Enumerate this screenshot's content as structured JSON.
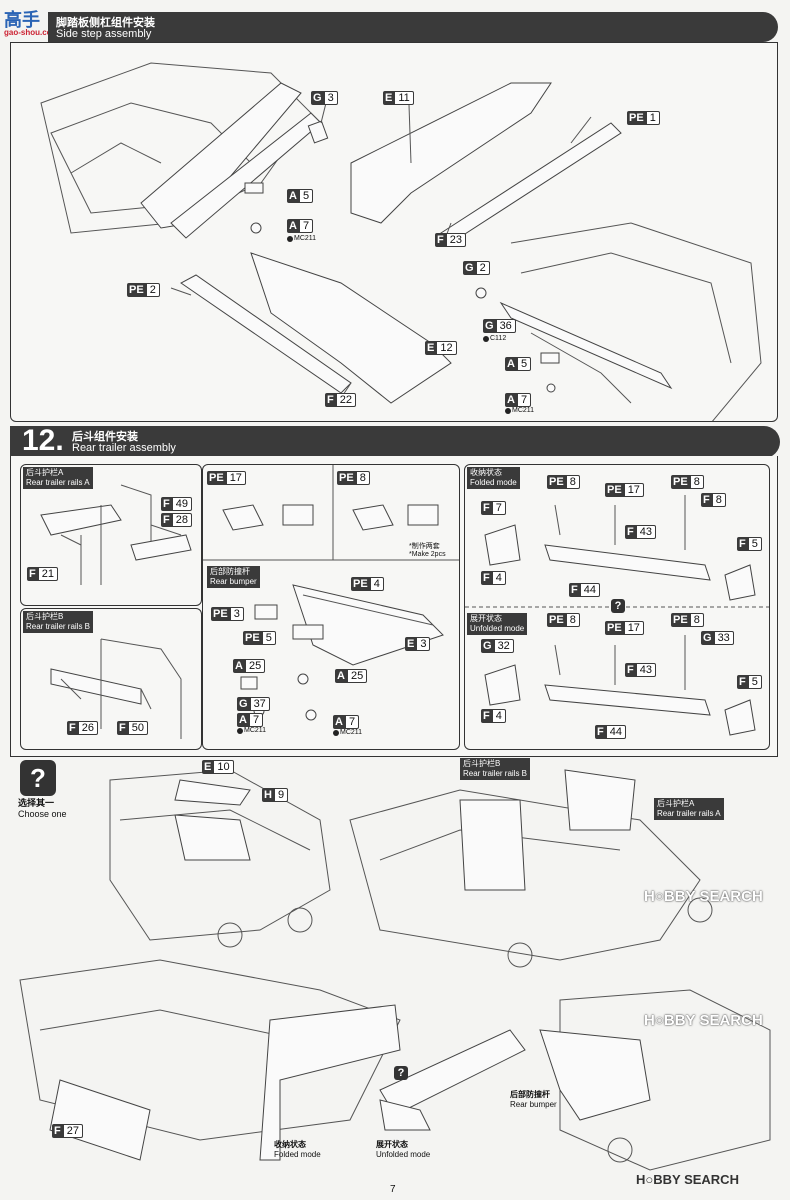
{
  "watermark_top": "gao-shou.com",
  "section_top": {
    "zh": "脚踏板侧杠组件安装",
    "en": "Side step assembly"
  },
  "top_parts": {
    "g3": {
      "l": "G",
      "n": "3"
    },
    "e11": {
      "l": "E",
      "n": "11"
    },
    "pe1": {
      "l": "PE",
      "n": "1"
    },
    "a5": {
      "l": "A",
      "n": "5"
    },
    "a7": {
      "l": "A",
      "n": "7"
    },
    "mc211": "MC211",
    "f23": {
      "l": "F",
      "n": "23"
    },
    "g2": {
      "l": "G",
      "n": "2"
    },
    "g36": {
      "l": "G",
      "n": "36"
    },
    "c112": "C112",
    "a5b": {
      "l": "A",
      "n": "5"
    },
    "a7b": {
      "l": "A",
      "n": "7"
    },
    "mc211b": "MC211",
    "pe2": {
      "l": "PE",
      "n": "2"
    },
    "e12": {
      "l": "E",
      "n": "12"
    },
    "f22": {
      "l": "F",
      "n": "22"
    }
  },
  "step12": {
    "num": "12.",
    "zh": "后斗组件安装",
    "en": "Rear trailer assembly"
  },
  "railA": {
    "zh": "后斗护栏A",
    "en": "Rear trailer rails A",
    "f49": {
      "l": "F",
      "n": "49"
    },
    "f28": {
      "l": "F",
      "n": "28"
    },
    "f21": {
      "l": "F",
      "n": "21"
    }
  },
  "railB": {
    "zh": "后斗护栏B",
    "en": "Rear trailer rails B",
    "f26": {
      "l": "F",
      "n": "26"
    },
    "f50": {
      "l": "F",
      "n": "50"
    }
  },
  "pe17": {
    "l": "PE",
    "n": "17"
  },
  "pe8": {
    "l": "PE",
    "n": "8"
  },
  "make2": {
    "zh": "*制作两套",
    "en": "*Make 2pcs"
  },
  "bumper": {
    "zh": "后部防撞杆",
    "en": "Rear bumper",
    "pe4": {
      "l": "PE",
      "n": "4"
    },
    "pe3": {
      "l": "PE",
      "n": "3"
    },
    "pe5": {
      "l": "PE",
      "n": "5"
    },
    "e3": {
      "l": "E",
      "n": "3"
    },
    "a25": {
      "l": "A",
      "n": "25"
    },
    "a25b": {
      "l": "A",
      "n": "25"
    },
    "g37": {
      "l": "G",
      "n": "37"
    },
    "a7": {
      "l": "A",
      "n": "7"
    },
    "a7b": {
      "l": "A",
      "n": "7"
    },
    "mc": "MC211",
    "mcb": "MC211"
  },
  "folded": {
    "zh": "收纳状态",
    "en": "Folded mode",
    "pe8": {
      "l": "PE",
      "n": "8"
    },
    "pe17": {
      "l": "PE",
      "n": "17"
    },
    "pe8b": {
      "l": "PE",
      "n": "8"
    },
    "f7": {
      "l": "F",
      "n": "7"
    },
    "f8": {
      "l": "F",
      "n": "8"
    },
    "f43": {
      "l": "F",
      "n": "43"
    },
    "f5": {
      "l": "F",
      "n": "5"
    },
    "f4": {
      "l": "F",
      "n": "4"
    },
    "f44": {
      "l": "F",
      "n": "44"
    }
  },
  "unfolded": {
    "zh": "展开状态",
    "en": "Unfolded mode",
    "q": "?",
    "pe8": {
      "l": "PE",
      "n": "8"
    },
    "pe17": {
      "l": "PE",
      "n": "17"
    },
    "pe8b": {
      "l": "PE",
      "n": "8"
    },
    "g32": {
      "l": "G",
      "n": "32"
    },
    "g33": {
      "l": "G",
      "n": "33"
    },
    "f43": {
      "l": "F",
      "n": "43"
    },
    "f5": {
      "l": "F",
      "n": "5"
    },
    "f4": {
      "l": "F",
      "n": "4"
    },
    "f44": {
      "l": "F",
      "n": "44"
    }
  },
  "choose": {
    "q": "?",
    "zh": "选择其一",
    "en": "Choose one"
  },
  "lower": {
    "e10": {
      "l": "E",
      "n": "10"
    },
    "h9": {
      "l": "H",
      "n": "9"
    },
    "railB_zh": "后斗护栏B",
    "railB_en": "Rear trailer rails B",
    "railA_zh": "后斗护栏A",
    "railA_en": "Rear trailer rails A",
    "f27": {
      "l": "F",
      "n": "27"
    },
    "folded_zh": "收纳状态",
    "folded_en": "Folded mode",
    "unfolded_zh": "展开状态",
    "unfolded_en": "Unfolded mode",
    "bumper_zh": "后部防撞杆",
    "bumper_en": "Rear bumper",
    "q": "?"
  },
  "hobby_logo": "H○BBY SEARCH",
  "page_number": "7"
}
